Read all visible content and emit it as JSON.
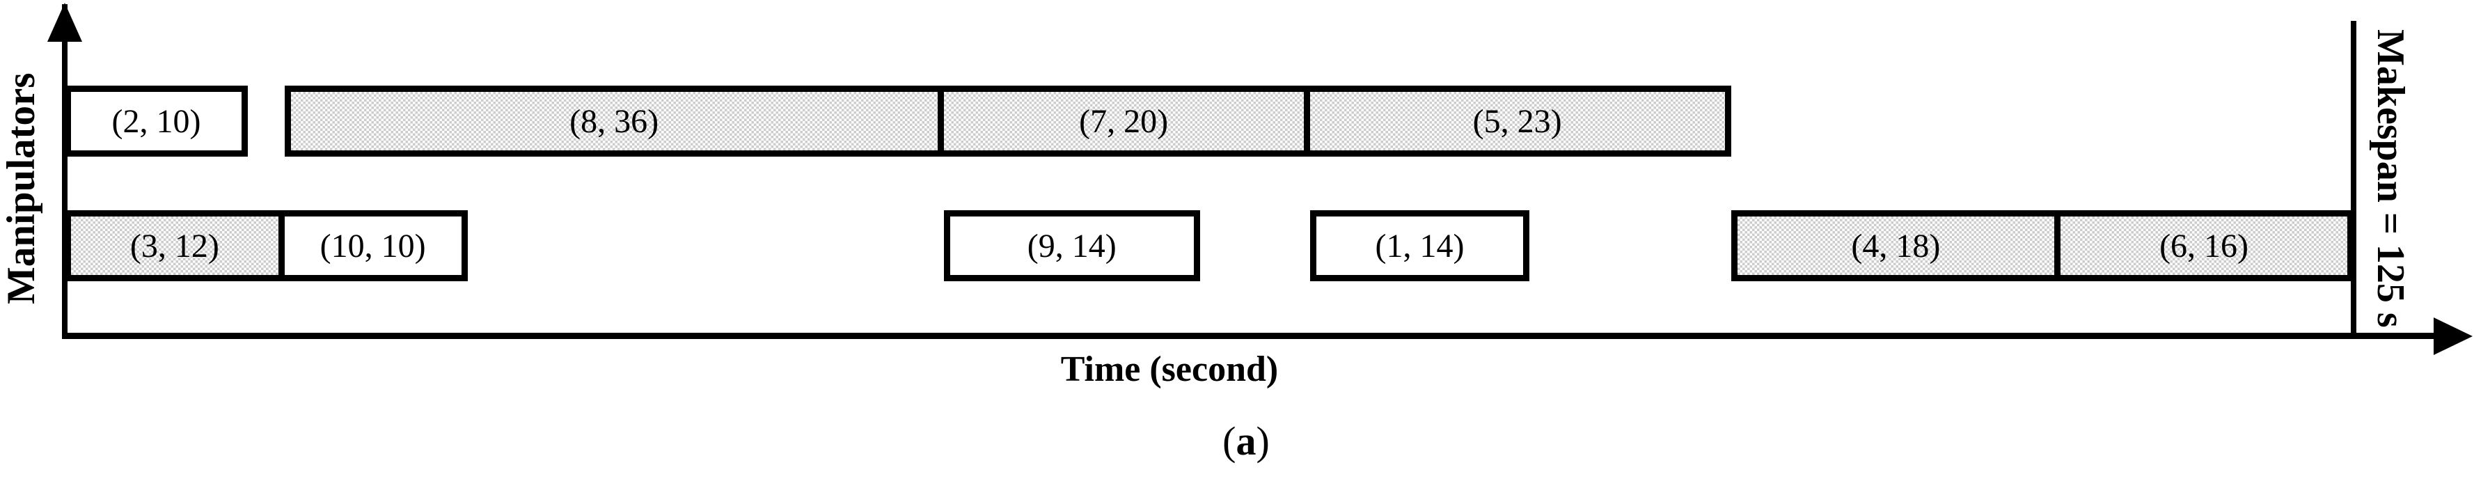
{
  "figure": {
    "ylabel": "Manipulators",
    "xlabel": "Time (second)",
    "makespan_label": "Makespan = 125 s",
    "caption_open": "(",
    "caption_letter": "a",
    "caption_close": ")"
  },
  "chart_data": {
    "type": "gantt",
    "ylabel": "Manipulators",
    "xlabel": "Time (second)",
    "caption": "(a)",
    "makespan_label": "Makespan = 125 s",
    "makespan_seconds": 125,
    "x_range": [
      0,
      125
    ],
    "num_rows": 2,
    "legend": "none",
    "grid": false,
    "task_label_format": "(job, duration)",
    "tasks": [
      {
        "row": 0,
        "label": "(2, 10)",
        "job": 2,
        "duration": 10,
        "start_s": 0,
        "end_s": 10,
        "fill": "white"
      },
      {
        "row": 0,
        "label": "(8, 36)",
        "job": 8,
        "duration": 36,
        "start_s": 12,
        "end_s": 48,
        "fill": "hatch"
      },
      {
        "row": 0,
        "label": "(7, 20)",
        "job": 7,
        "duration": 20,
        "start_s": 48,
        "end_s": 68,
        "fill": "hatch"
      },
      {
        "row": 0,
        "label": "(5, 23)",
        "job": 5,
        "duration": 23,
        "start_s": 68,
        "end_s": 91,
        "fill": "hatch"
      },
      {
        "row": 1,
        "label": "(3, 12)",
        "job": 3,
        "duration": 12,
        "start_s": 0,
        "end_s": 12,
        "fill": "hatch"
      },
      {
        "row": 1,
        "label": "(10, 10)",
        "job": 10,
        "duration": 10,
        "start_s": 12,
        "end_s": 22,
        "fill": "white"
      },
      {
        "row": 1,
        "label": "(9, 14)",
        "job": 9,
        "duration": 14,
        "start_s": 48,
        "end_s": 62,
        "fill": "white"
      },
      {
        "row": 1,
        "label": "(1, 14)",
        "job": 1,
        "duration": 14,
        "start_s": 68,
        "end_s": 80,
        "fill": "white"
      },
      {
        "row": 1,
        "label": "(4, 18)",
        "job": 4,
        "duration": 18,
        "start_s": 91,
        "end_s": 109,
        "fill": "hatch"
      },
      {
        "row": 1,
        "label": "(6, 16)",
        "job": 6,
        "duration": 16,
        "start_s": 109,
        "end_s": 125,
        "fill": "hatch"
      }
    ],
    "colors": {
      "line": "#000000",
      "hatch_gray": "#cccccc",
      "bar_white": "#ffffff",
      "background": "#ffffff"
    }
  }
}
